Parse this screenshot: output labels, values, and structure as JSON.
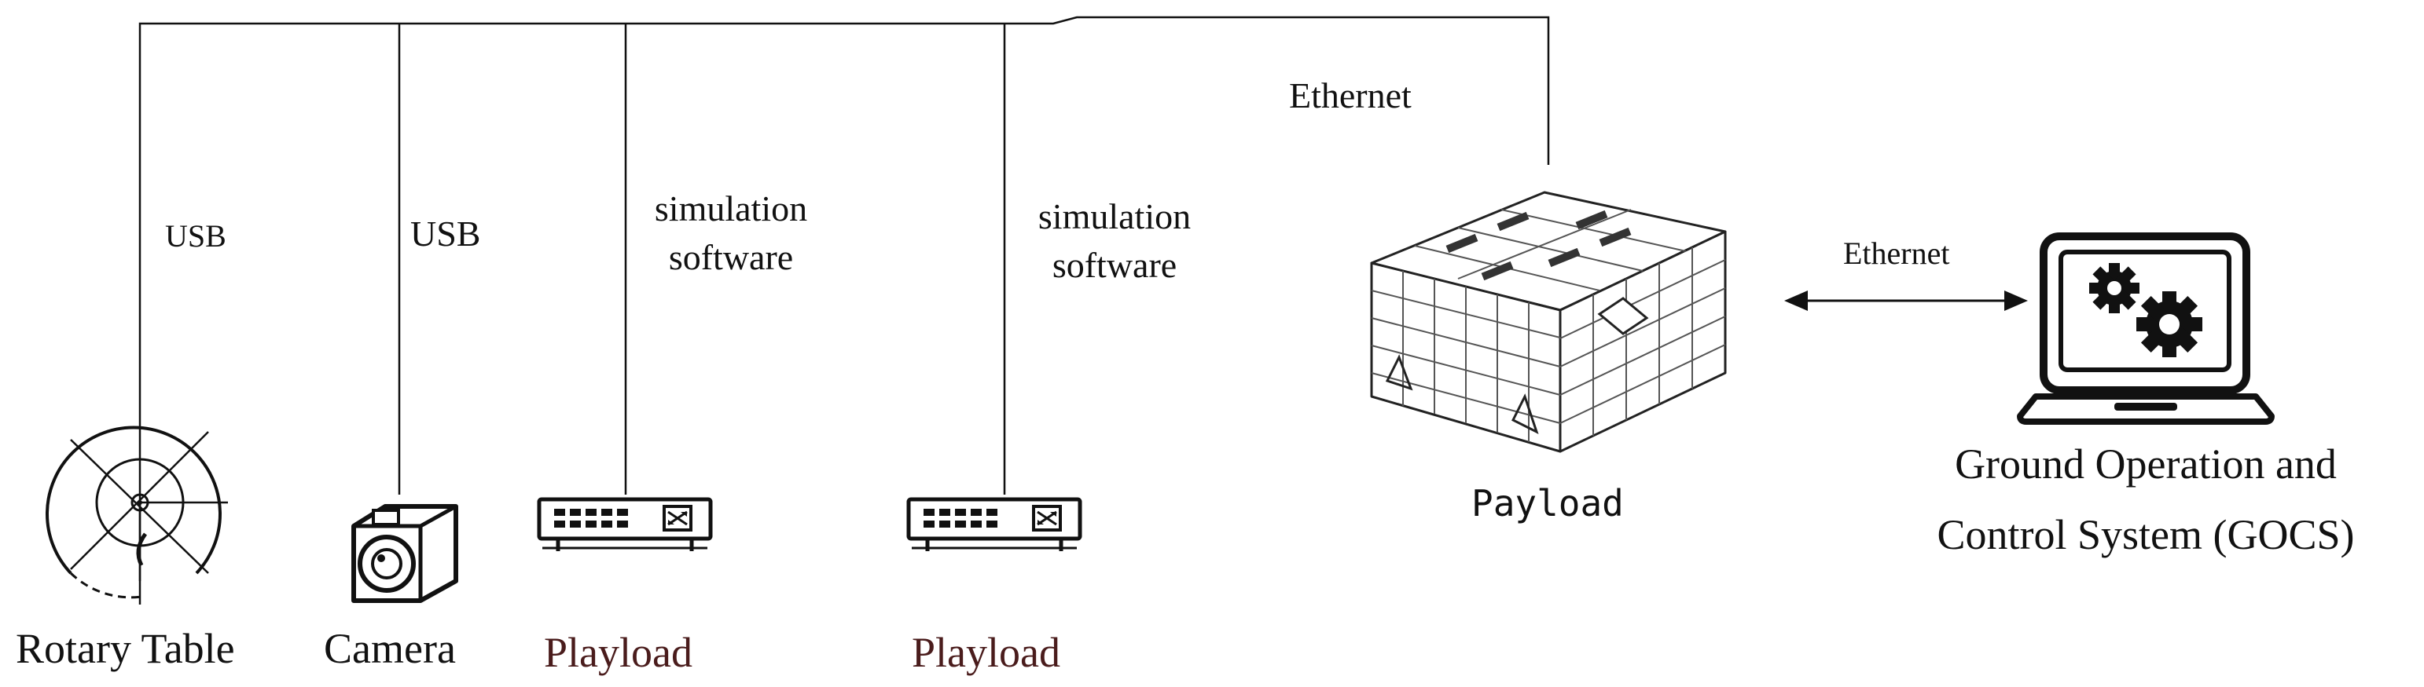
{
  "connections": {
    "usb_left": "USB",
    "usb_camera": "USB",
    "sim_software_1": [
      "simulation",
      "software"
    ],
    "sim_software_2": [
      "simulation",
      "software"
    ],
    "ethernet_top": "Ethernet",
    "ethernet_gocs": "Ethernet"
  },
  "devices": {
    "rotary_table": "Rotary Table",
    "camera": "Camera",
    "playload_1": "Playload",
    "playload_2": "Playload",
    "payload": "Payload",
    "gocs": [
      "Ground Operation and",
      "Control System (GOCS)"
    ]
  },
  "colors": {
    "line": "#111111",
    "playload_text": "#4a1c1c",
    "text": "#111111"
  },
  "icons": [
    "rotary-table-icon",
    "camera-icon",
    "network-switch-icon",
    "payload-cubesat-icon",
    "laptop-gears-icon"
  ]
}
